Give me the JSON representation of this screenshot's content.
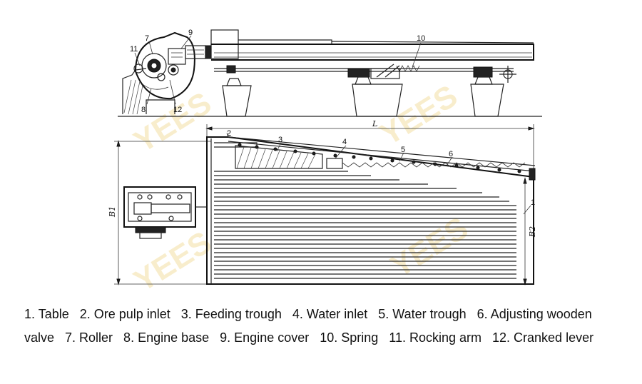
{
  "watermark": "YEES",
  "callouts": [
    "1",
    "2",
    "3",
    "4",
    "5",
    "6",
    "7",
    "8",
    "9",
    "10",
    "11",
    "12"
  ],
  "dimensions": {
    "L": "L",
    "B1": "B1",
    "B2": "B2"
  },
  "legend": {
    "line1": "1. Table   2. Ore pulp inlet   3. Feeding trough   4. Water inlet   5. Water trough   6. Adjusting wooden",
    "line2": "valve   7. Roller   8. Engine base   9. Engine cover   10. Spring   11. Rocking arm   12. Cranked lever"
  }
}
